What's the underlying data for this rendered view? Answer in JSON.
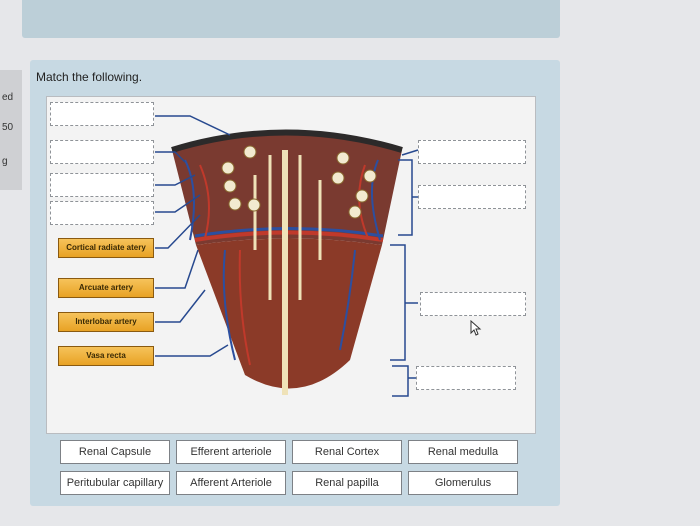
{
  "sidebar": {
    "labels": [
      "ed",
      "50",
      "g"
    ]
  },
  "question": {
    "prompt": "Match the following."
  },
  "diagram": {
    "labels": [
      {
        "text": "Cortical radiate atery"
      },
      {
        "text": "Arcuate artery"
      },
      {
        "text": "Interlobar artery"
      },
      {
        "text": "Vasa recta"
      }
    ]
  },
  "options": [
    "Renal Capsule",
    "Efferent arteriole",
    "Renal Cortex",
    "Renal medulla",
    "Peritubular capillary",
    "Afferent Arteriole",
    "Renal papilla",
    "Glomerulus"
  ],
  "colors": {
    "artery": "#c0392b",
    "vein": "#2c4fa0",
    "leader": "#27498f",
    "chip": "#f0b43c"
  }
}
